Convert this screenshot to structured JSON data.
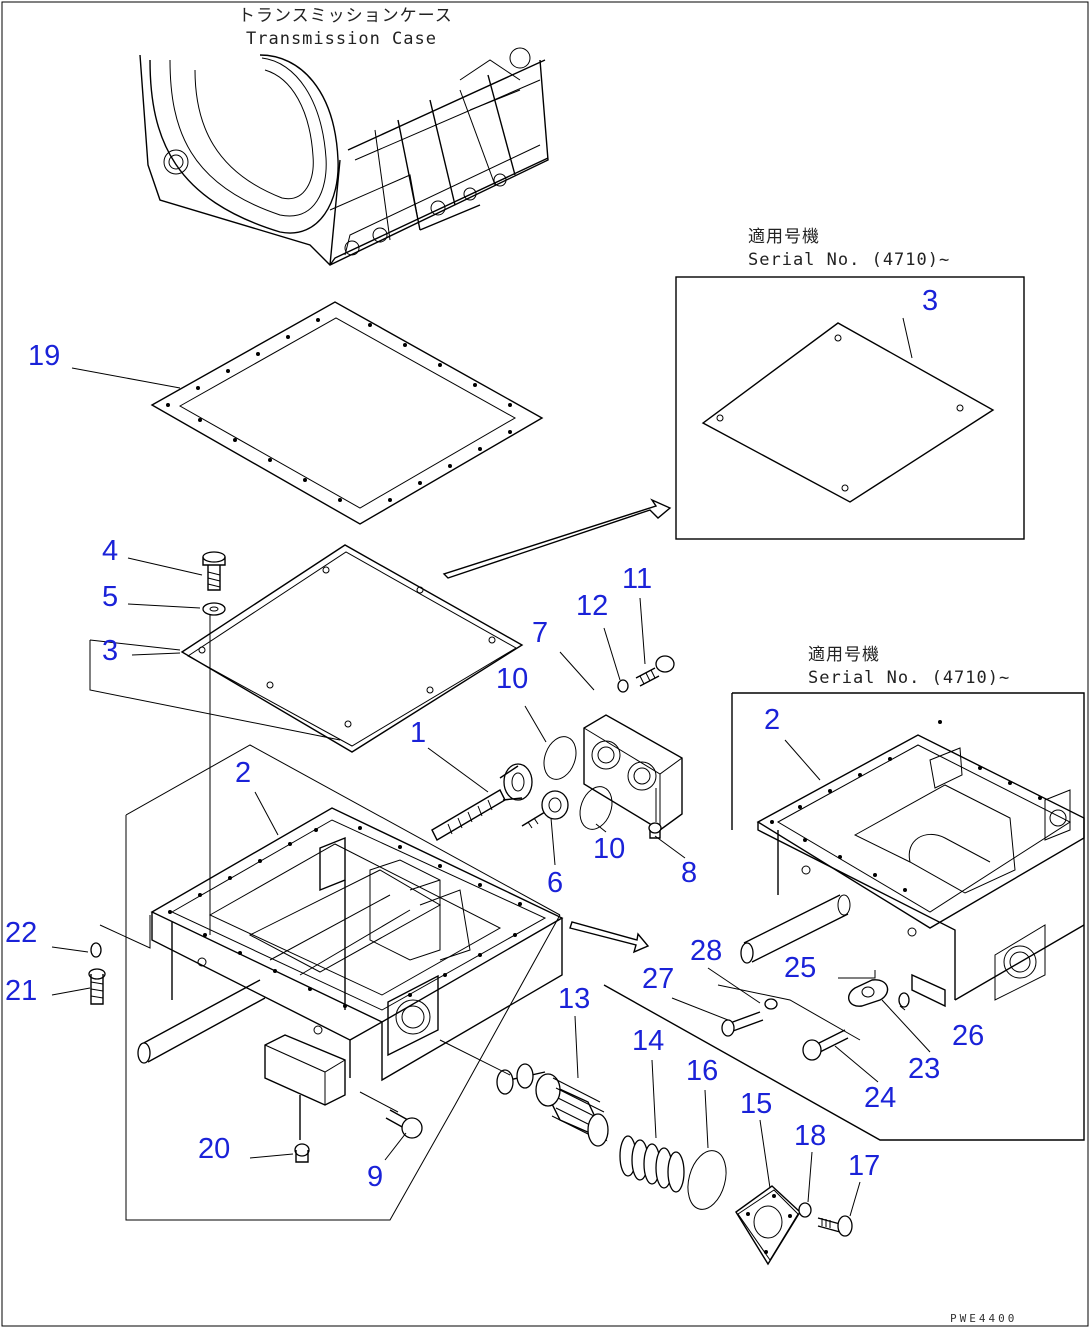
{
  "header": {
    "case_jp": "トランスミッションケース",
    "case_en": "Transmission Case"
  },
  "serial_notes": {
    "upper_jp": "適用号機",
    "upper_en": "Serial No. (4710)~",
    "lower_jp": "適用号機",
    "lower_en": "Serial No. (4710)~"
  },
  "part_numbers": [
    "19",
    "3",
    "4",
    "5",
    "3",
    "12",
    "11",
    "7",
    "10",
    "1",
    "10",
    "2",
    "6",
    "8",
    "2",
    "22",
    "21",
    "20",
    "9",
    "13",
    "14",
    "16",
    "15",
    "18",
    "17",
    "28",
    "27",
    "25",
    "26",
    "23",
    "24"
  ],
  "drawing_code": "PWE4400",
  "colors": {
    "label": "#1a22d8",
    "line": "#000000"
  }
}
